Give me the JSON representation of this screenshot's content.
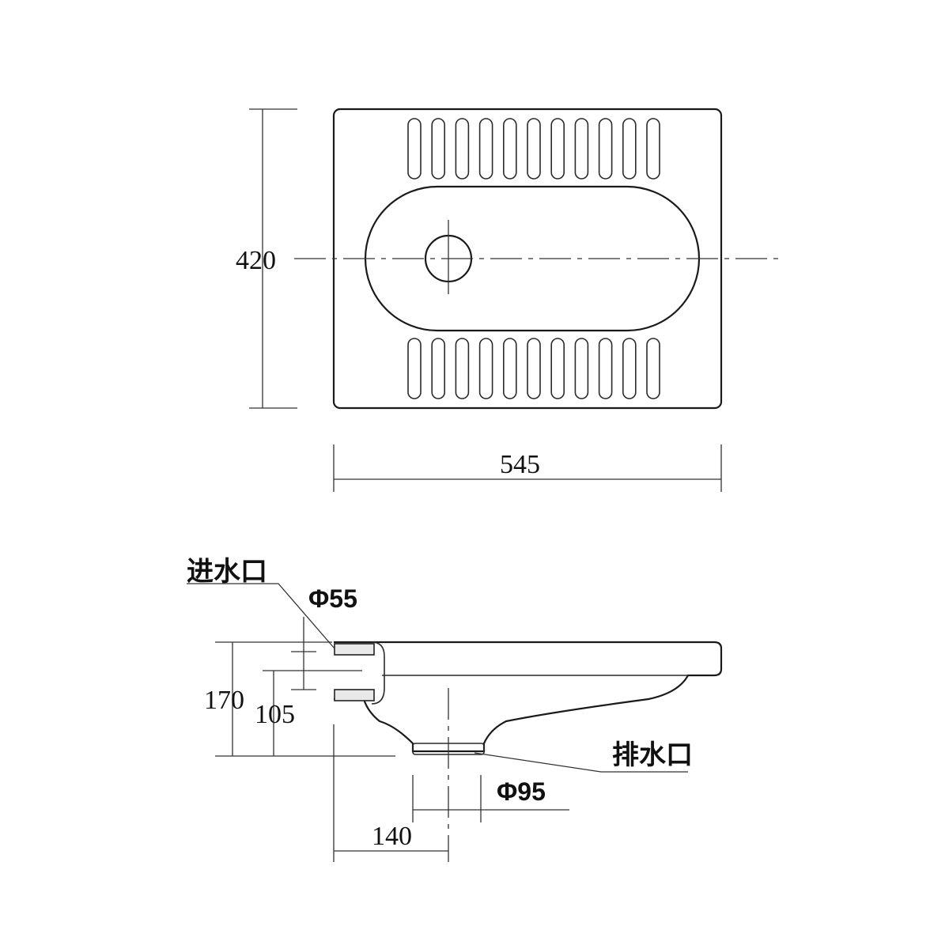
{
  "top_view": {
    "height_dim": "420",
    "width_dim": "545"
  },
  "side_view": {
    "inlet_label": "进水口",
    "outlet_label": "排水口",
    "inlet_diameter": "Φ55",
    "outlet_diameter": "Φ95",
    "total_height_dim": "170",
    "inlet_height_dim": "105",
    "outlet_offset_dim": "140"
  }
}
